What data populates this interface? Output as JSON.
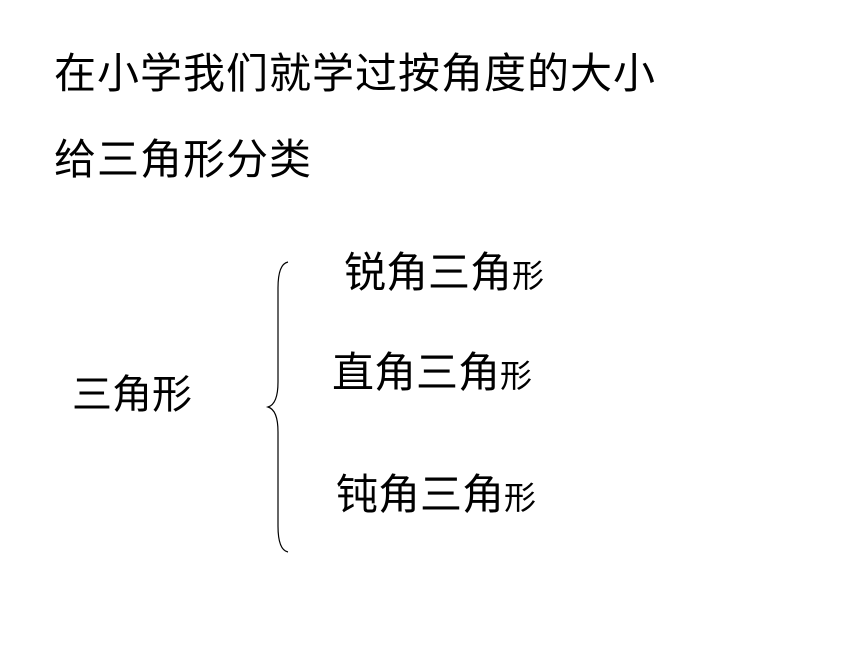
{
  "heading": {
    "line1": "在小学我们就学过按角度的大小",
    "line2": "给三角形分类"
  },
  "classification": {
    "root": "三角形",
    "branches": [
      {
        "main": "锐角三角",
        "tail": "形"
      },
      {
        "main": "直角三角",
        "tail": "形"
      },
      {
        "main": "钝角三角",
        "tail": "形"
      }
    ]
  }
}
